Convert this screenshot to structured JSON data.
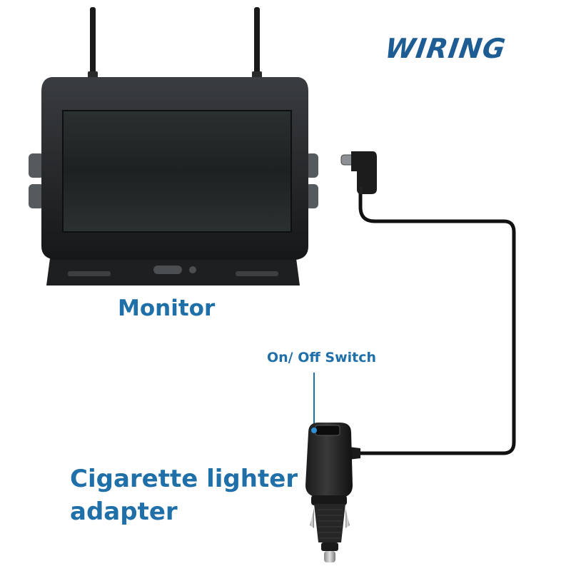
{
  "title": "WIRING",
  "labels": {
    "monitor": "Monitor",
    "switch": "On/ Off Switch",
    "adapter_line1": "Cigarette lighter",
    "adapter_line2": "adapter"
  },
  "colors": {
    "label_blue": "#1f6fa8",
    "title_blue": "#1d5d93",
    "switch_led": "#2f8fd8"
  },
  "icons": [
    "antenna-icon",
    "usb-c-connector-icon",
    "power-switch-icon"
  ]
}
